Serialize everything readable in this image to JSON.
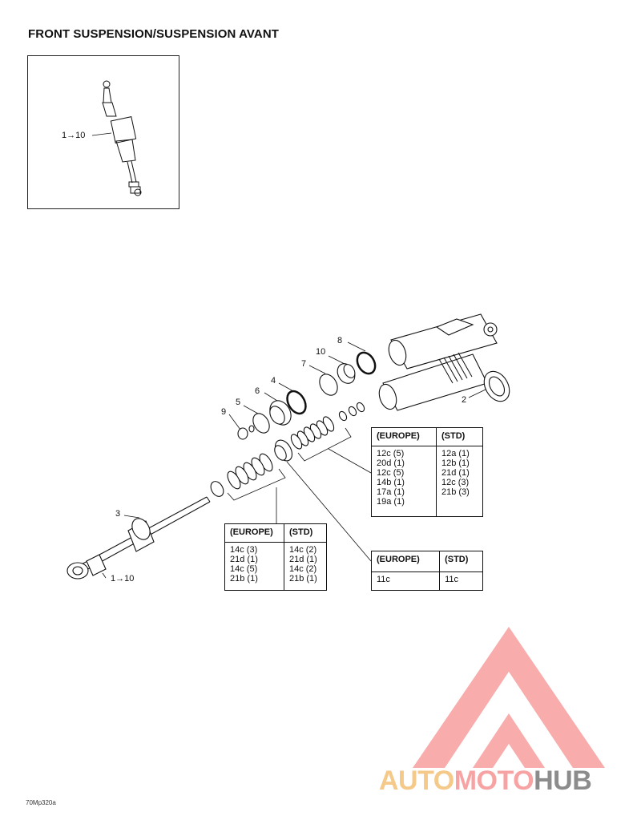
{
  "page": {
    "title": "FRONT SUSPENSION/SUSPENSION AVANT",
    "figure_code": "70Mp320a"
  },
  "inset": {
    "callout": "1→10"
  },
  "callouts": [
    {
      "id": "c1",
      "label": "1→10"
    },
    {
      "id": "c2",
      "label": "2"
    },
    {
      "id": "c3",
      "label": "3"
    },
    {
      "id": "c4",
      "label": "4"
    },
    {
      "id": "c5",
      "label": "5"
    },
    {
      "id": "c6",
      "label": "6"
    },
    {
      "id": "c7",
      "label": "7"
    },
    {
      "id": "c8",
      "label": "8"
    },
    {
      "id": "c9",
      "label": "9"
    },
    {
      "id": "c10",
      "label": "10"
    }
  ],
  "tables": {
    "upper": {
      "headers": [
        "(EUROPE)",
        "(STD)"
      ],
      "europe": [
        "12c (5)",
        "20d (1)",
        "12c (5)",
        "14b (1)",
        "17a (1)",
        "19a (1)"
      ],
      "std": [
        "12a (1)",
        "12b (1)",
        "21d (1)",
        "12c (3)",
        "21b (3)"
      ]
    },
    "lower_left": {
      "headers": [
        "(EUROPE)",
        "(STD)"
      ],
      "europe": [
        "14c (3)",
        "21d (1)",
        "14c (5)",
        "21b (1)"
      ],
      "std": [
        "14c (2)",
        "21d (1)",
        "14c (2)",
        "21b (1)"
      ]
    },
    "lower_right": {
      "headers": [
        "(EUROPE)",
        "(STD)"
      ],
      "europe": [
        "11c"
      ],
      "std": [
        "11c"
      ]
    }
  },
  "watermark": {
    "text_auto": "AUTO",
    "text_moto": "MOTO",
    "text_hub": "HUB",
    "color_auto": "#f5c98a",
    "color_moto": "#f7a3a3",
    "color_hub": "#8c8c8c"
  }
}
